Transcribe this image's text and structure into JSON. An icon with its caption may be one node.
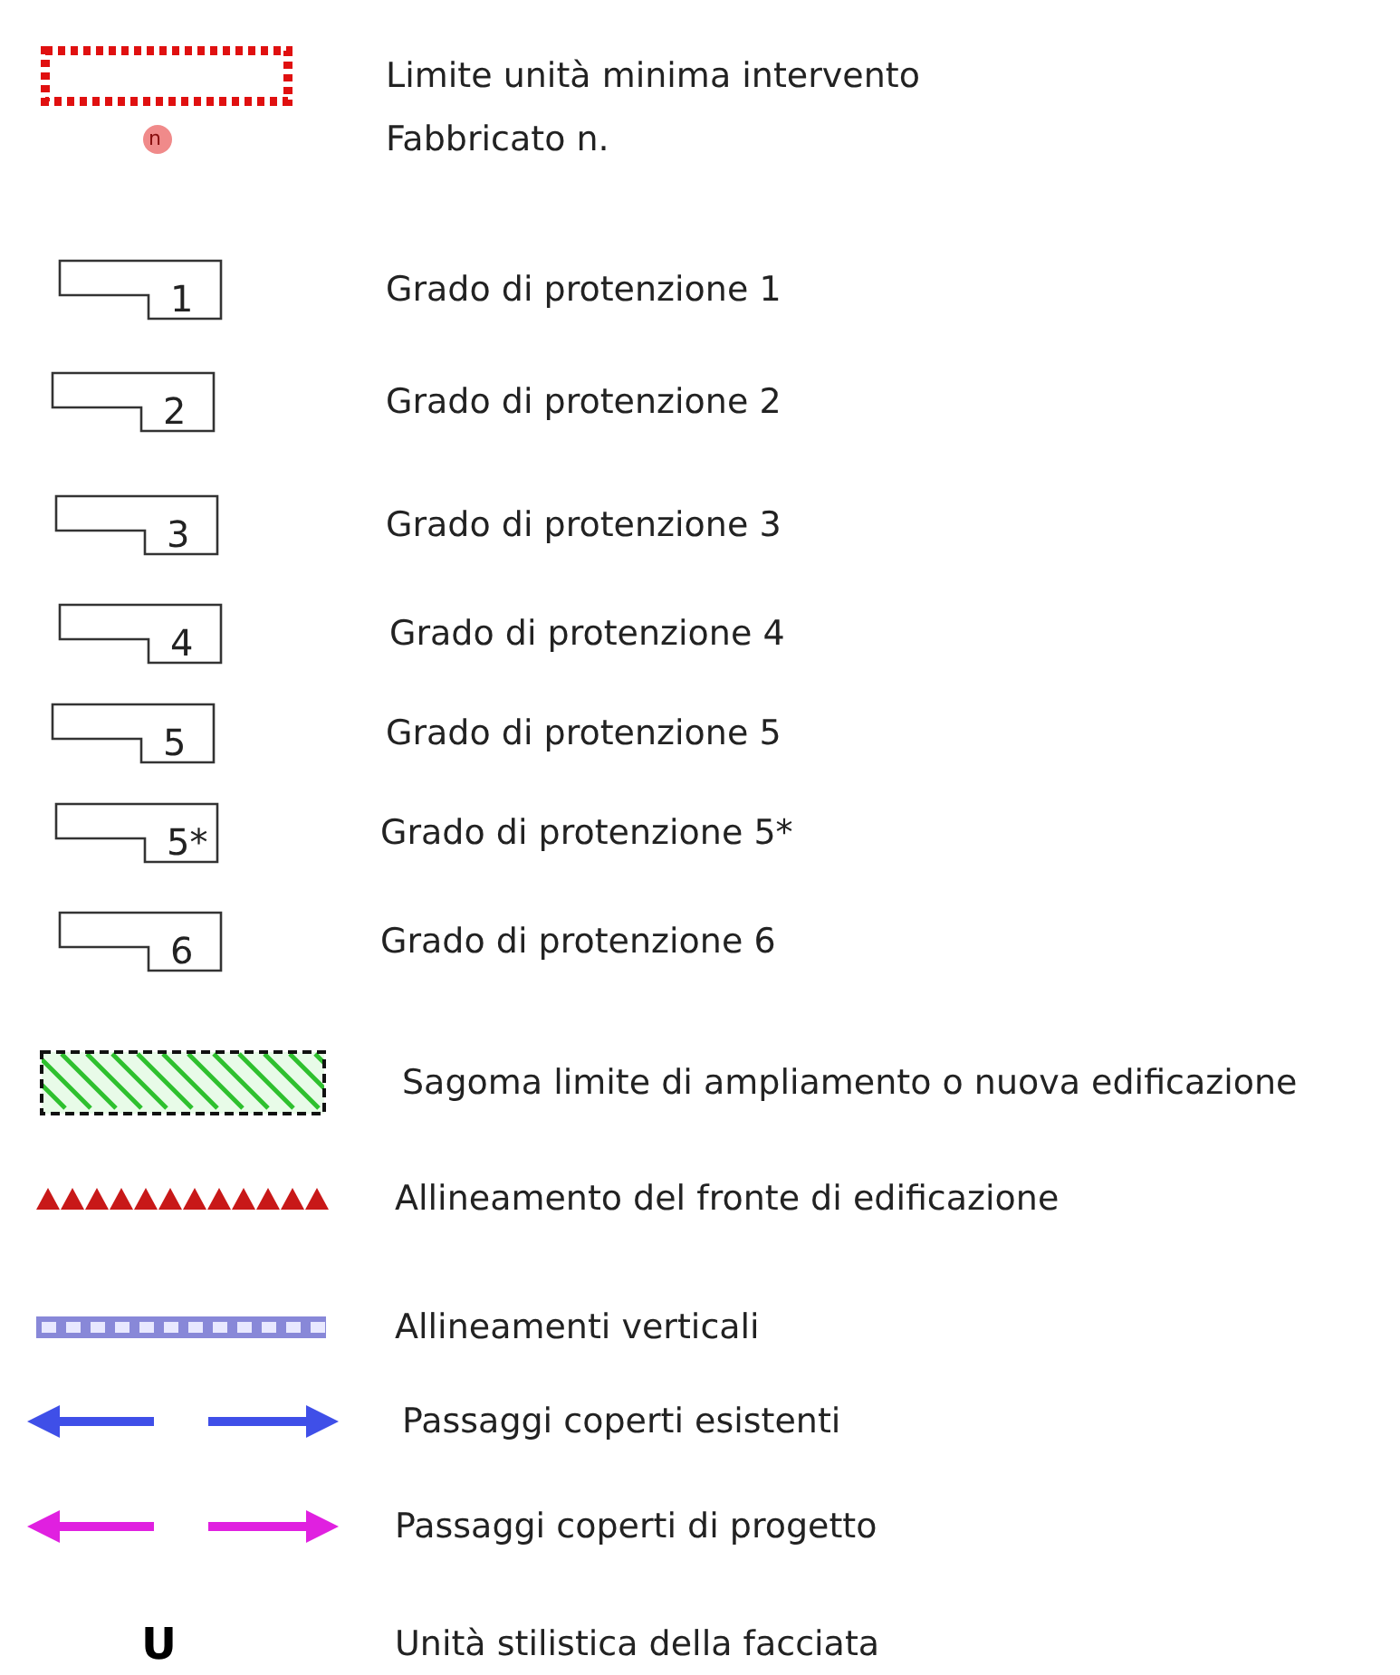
{
  "diagram": {
    "labels": [
      "n",
      "1",
      "2",
      "3",
      "4",
      "5",
      "5*",
      "6",
      "U"
    ],
    "legend": [
      {
        "text": "Limite unità minima intervento"
      },
      {
        "text": "Fabbricato n."
      },
      {
        "text": "Grado di protenzione 1"
      },
      {
        "text": "Grado di protenzione 2"
      },
      {
        "text": "Grado di protenzione 3"
      },
      {
        "text": "Grado di protenzione 4"
      },
      {
        "text": "Grado di protenzione 5"
      },
      {
        "text": "Grado di protenzione 5*"
      },
      {
        "text": "Grado di protenzione 6"
      },
      {
        "text": "Sagoma limite di ampliamento o nuova edificazione"
      },
      {
        "text": "Allineamento del fronte di edificazione"
      },
      {
        "text": "Allineamenti verticali"
      },
      {
        "text": "Passaggi coperti esistenti"
      },
      {
        "text": "Passaggi coperti di progetto"
      },
      {
        "text": "Unità stilistica della facciata"
      }
    ]
  }
}
